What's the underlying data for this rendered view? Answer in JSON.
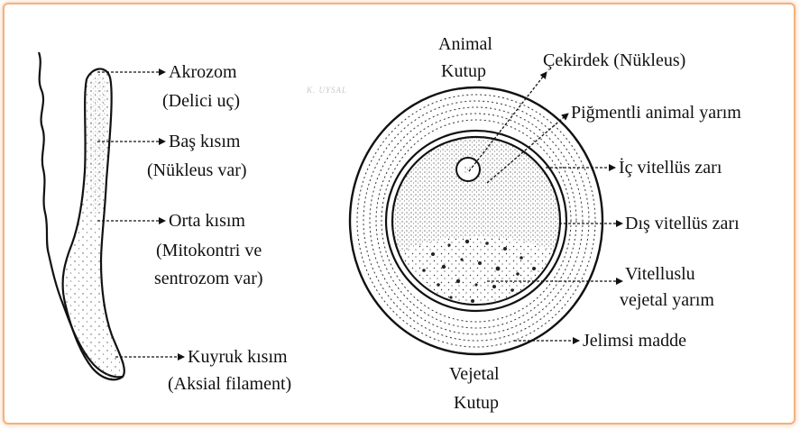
{
  "sperm": {
    "akrozom": "Akrozom",
    "akrozom_sub": "(Delici uç)",
    "bas": "Baş kısım",
    "bas_sub": "(Nükleus var)",
    "orta": "Orta kısım",
    "orta_sub1": "(Mitokontri ve",
    "orta_sub2": "sentrozom var)",
    "kuyruk": "Kuyruk kısım",
    "kuyruk_sub": "(Aksial filament)"
  },
  "egg": {
    "animal1": "Animal",
    "animal2": "Kutup",
    "cekirdek": "Çekirdek (Nükleus)",
    "pigment": "Piğmentli animal yarım",
    "ic": "İç vitellüs zarı",
    "dis": "Dış vitellüs zarı",
    "vit1": "Vitelluslu",
    "vit2": "vejetal yarım",
    "jel": "Jelimsi madde",
    "vejetal1": "Vejetal",
    "vejetal2": "Kutup"
  },
  "watermark": "K. UYSAL"
}
